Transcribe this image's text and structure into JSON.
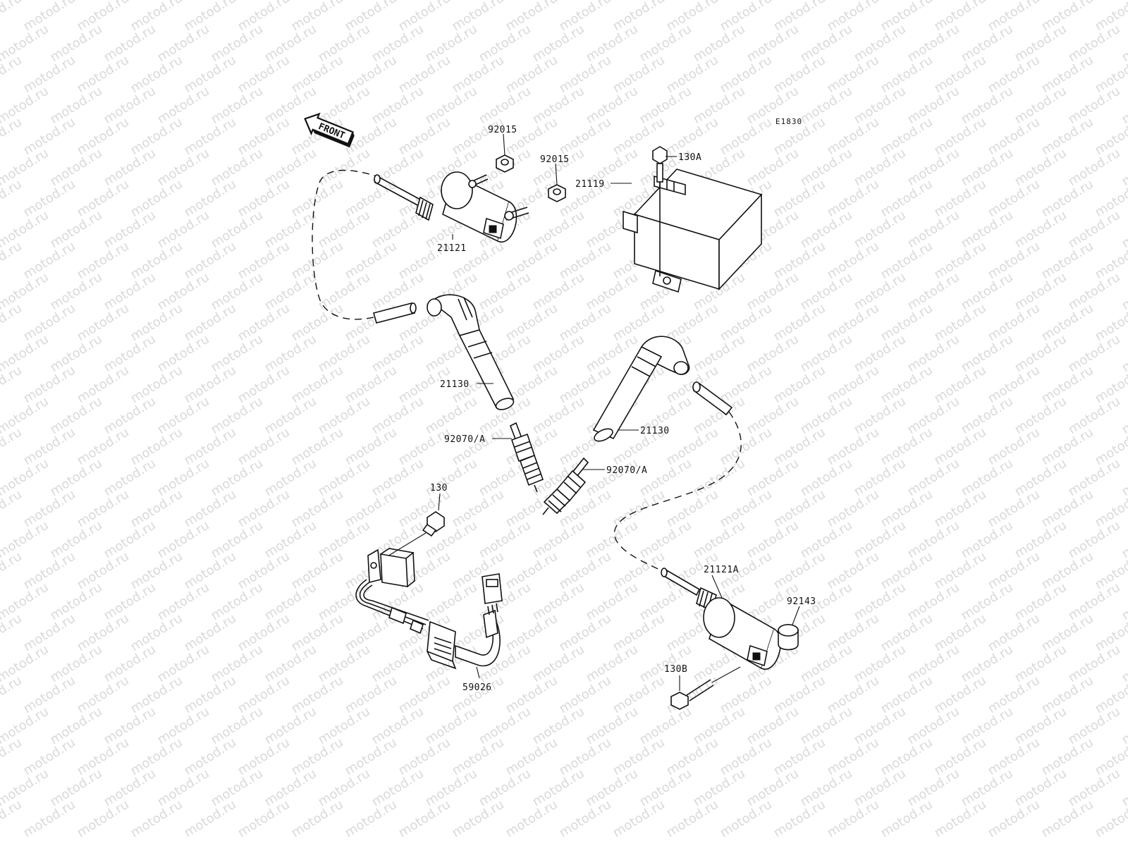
{
  "diagram": {
    "code": "E1830",
    "front_label": "FRONT",
    "watermark_text": "motod.ru",
    "parts": [
      {
        "id": "92015-top",
        "label": "92015"
      },
      {
        "id": "92015-right",
        "label": "92015"
      },
      {
        "id": "130A",
        "label": "130A"
      },
      {
        "id": "21121",
        "label": "21121"
      },
      {
        "id": "21119",
        "label": "21119"
      },
      {
        "id": "21130-left",
        "label": "21130"
      },
      {
        "id": "21130-right",
        "label": "21130"
      },
      {
        "id": "92070A-left",
        "label": "92070/A"
      },
      {
        "id": "92070A-right",
        "label": "92070/A"
      },
      {
        "id": "130",
        "label": "130"
      },
      {
        "id": "59026",
        "label": "59026"
      },
      {
        "id": "21121A",
        "label": "21121A"
      },
      {
        "id": "92143",
        "label": "92143"
      },
      {
        "id": "130B",
        "label": "130B"
      }
    ]
  }
}
